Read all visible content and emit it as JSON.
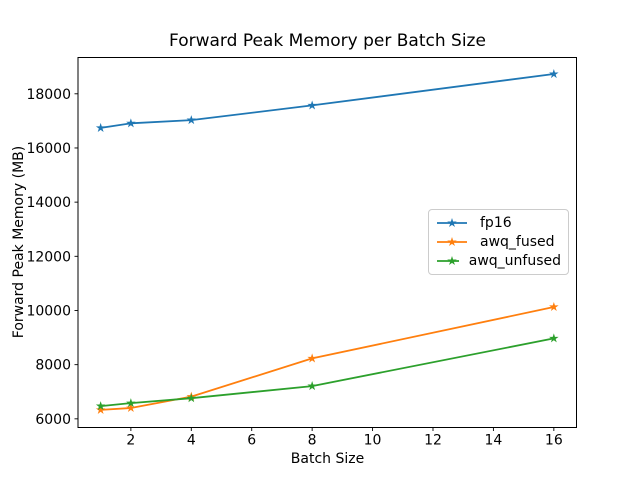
{
  "chart_data": {
    "type": "line",
    "title": "Forward Peak Memory per Batch Size",
    "xlabel": "Batch Size",
    "ylabel": "Forward Peak Memory (MB)",
    "x": [
      1,
      2,
      4,
      8,
      16
    ],
    "series": [
      {
        "name": "fp16",
        "color": "#1f77b4",
        "marker": "star",
        "values": [
          16740,
          16910,
          17030,
          17570,
          18730
        ]
      },
      {
        "name": "awq_fused",
        "color": "#ff7f0e",
        "marker": "star",
        "values": [
          6330,
          6400,
          6820,
          8230,
          10130
        ]
      },
      {
        "name": "awq_unfused",
        "color": "#2ca02c",
        "marker": "star",
        "values": [
          6470,
          6580,
          6760,
          7210,
          8970
        ]
      }
    ],
    "xticks": [
      2,
      4,
      6,
      8,
      10,
      12,
      14,
      16
    ],
    "yticks": [
      6000,
      8000,
      10000,
      12000,
      14000,
      16000,
      18000
    ],
    "xlim": [
      0.25,
      16.75
    ],
    "ylim": [
      5680,
      19340
    ],
    "grid": false,
    "legend_position": "center-right",
    "background_color": "#ffffff",
    "spine_color": "#000000"
  }
}
